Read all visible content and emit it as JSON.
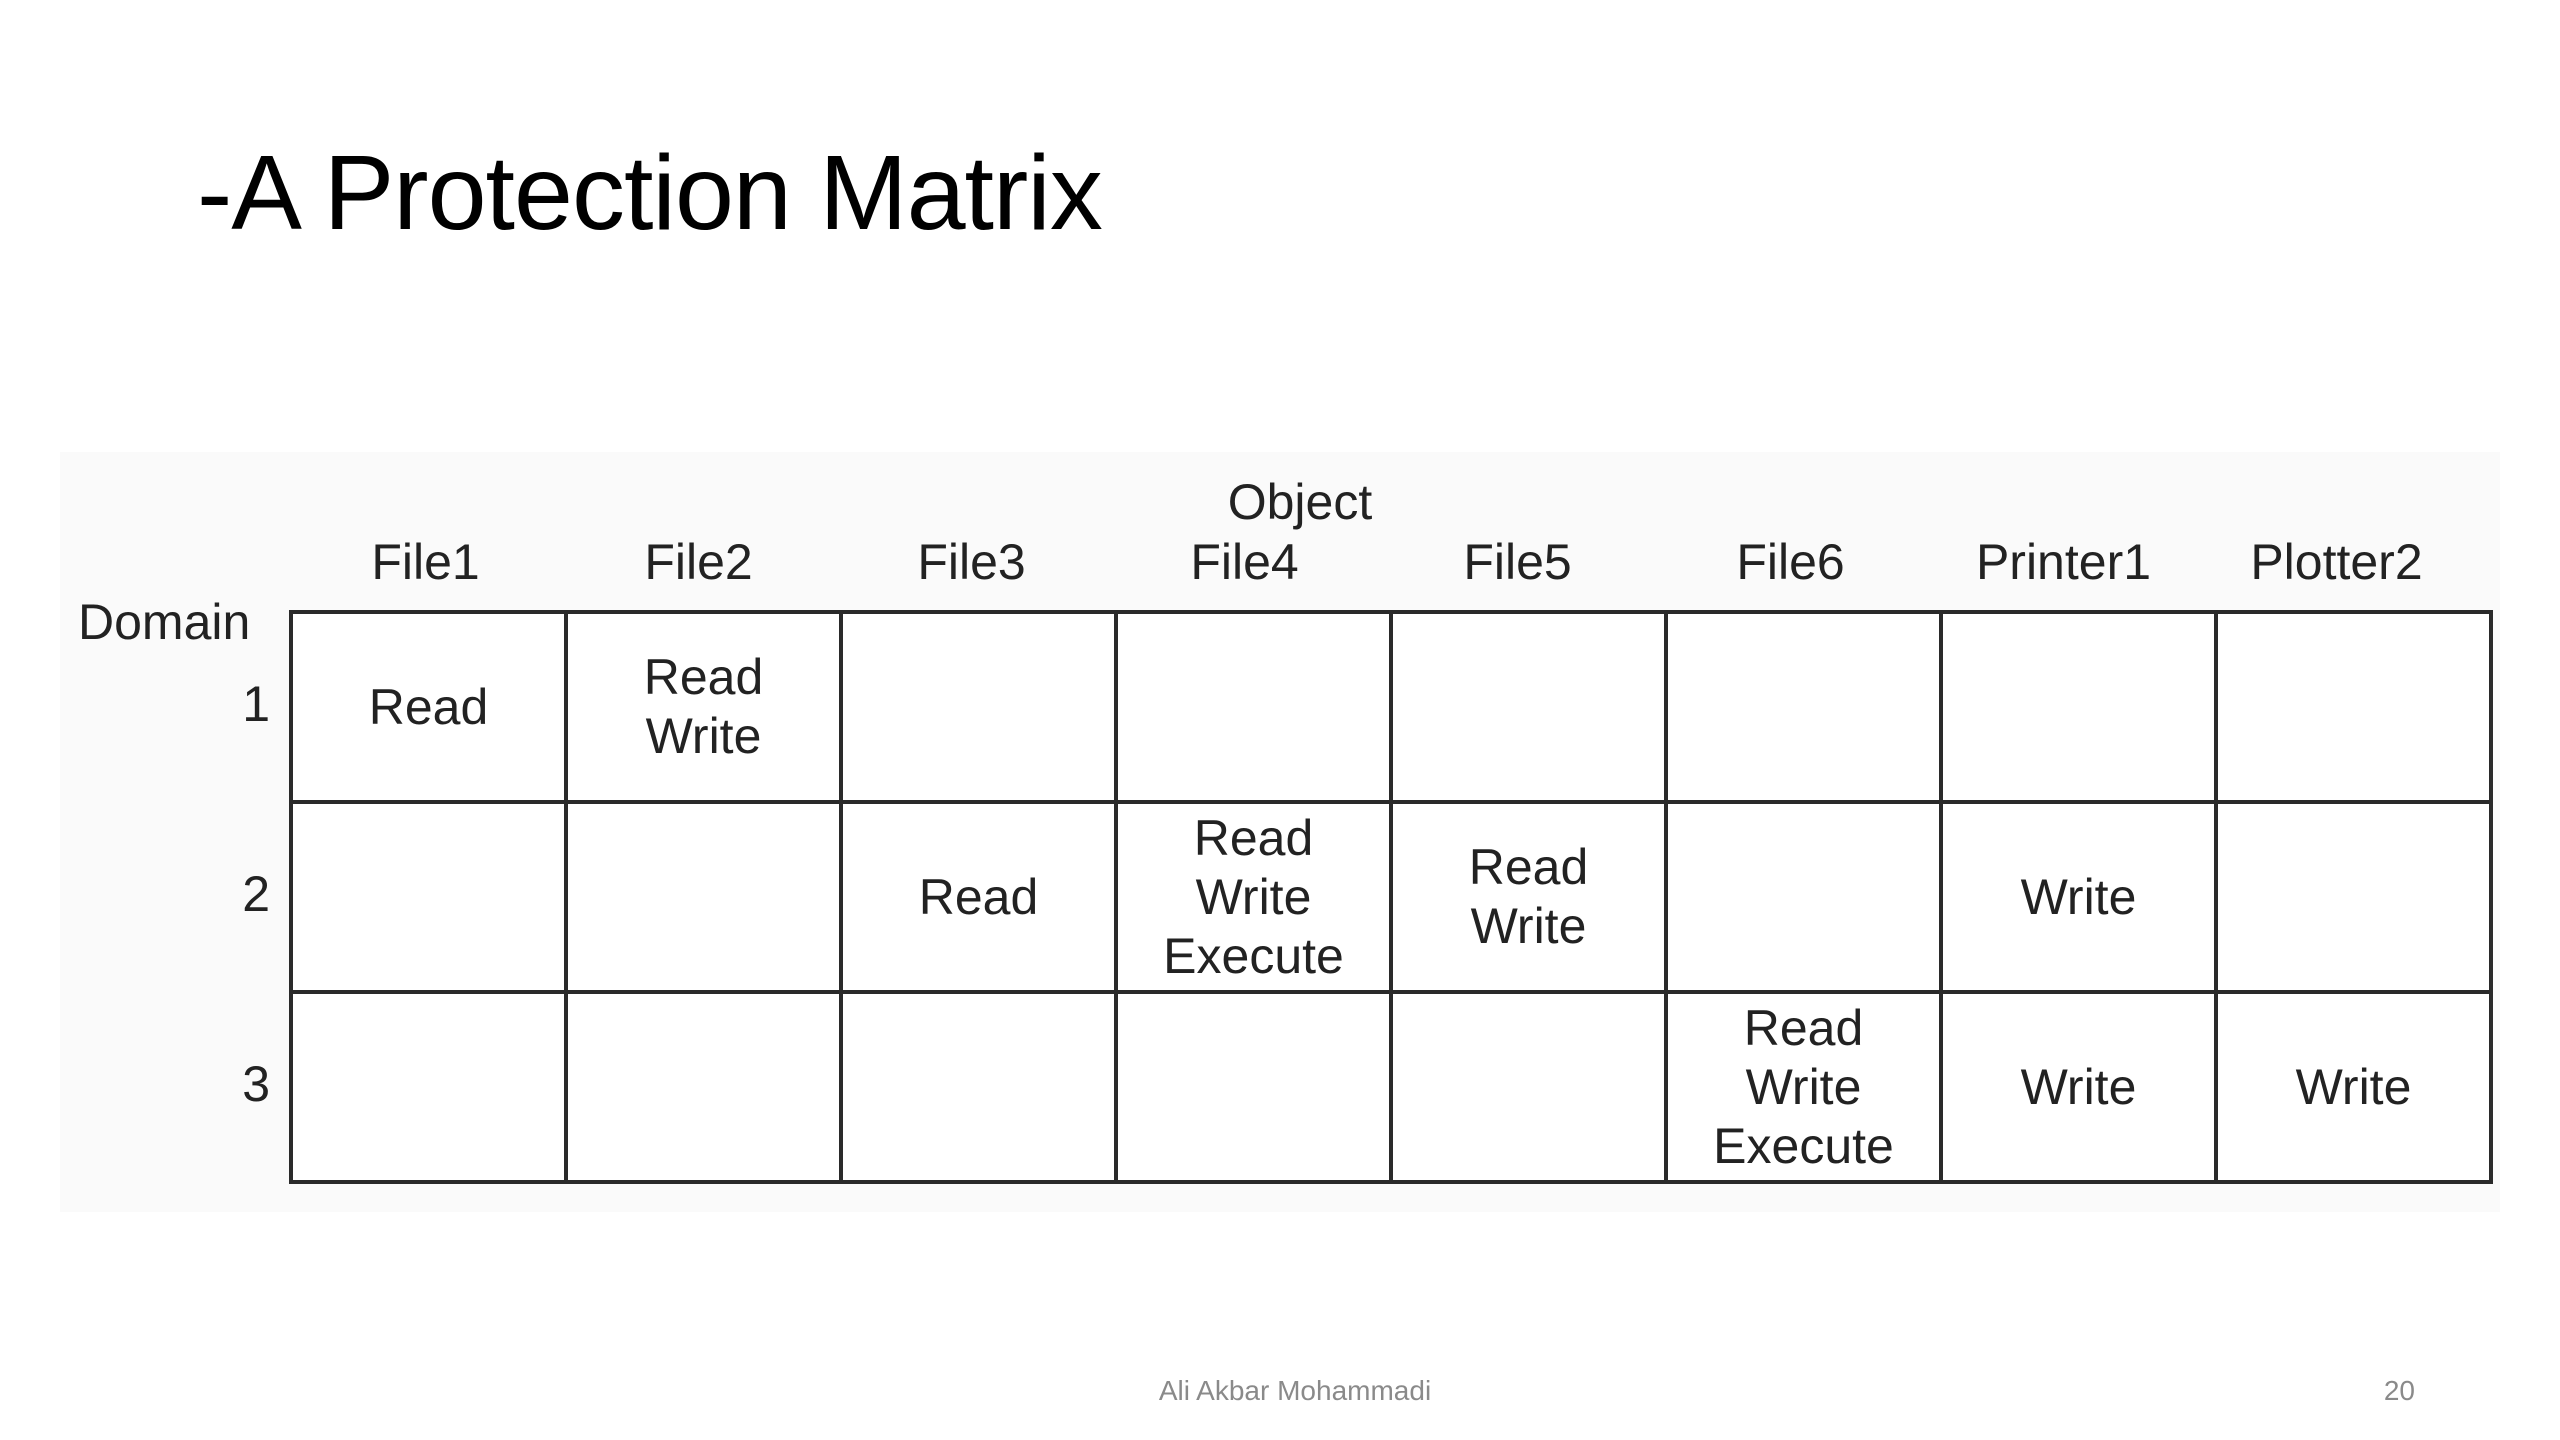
{
  "slide": {
    "title": "-A Protection Matrix",
    "footer_author": "Ali Akbar Mohammadi",
    "page_number": "20"
  },
  "matrix": {
    "object_label": "Object",
    "domain_label": "Domain",
    "columns": [
      "File1",
      "File2",
      "File3",
      "File4",
      "File5",
      "File6",
      "Printer1",
      "Plotter2"
    ],
    "rows": [
      {
        "domain": "1",
        "cells": [
          [
            "Read"
          ],
          [
            "Read",
            "Write"
          ],
          [],
          [],
          [],
          [],
          [],
          []
        ]
      },
      {
        "domain": "2",
        "cells": [
          [],
          [],
          [
            "Read"
          ],
          [
            "Read",
            "Write",
            "Execute"
          ],
          [
            "Read",
            "Write"
          ],
          [],
          [
            "Write"
          ],
          []
        ]
      },
      {
        "domain": "3",
        "cells": [
          [],
          [],
          [],
          [],
          [],
          [
            "Read",
            "Write",
            "Execute"
          ],
          [
            "Write"
          ],
          [
            "Write"
          ]
        ]
      }
    ]
  }
}
